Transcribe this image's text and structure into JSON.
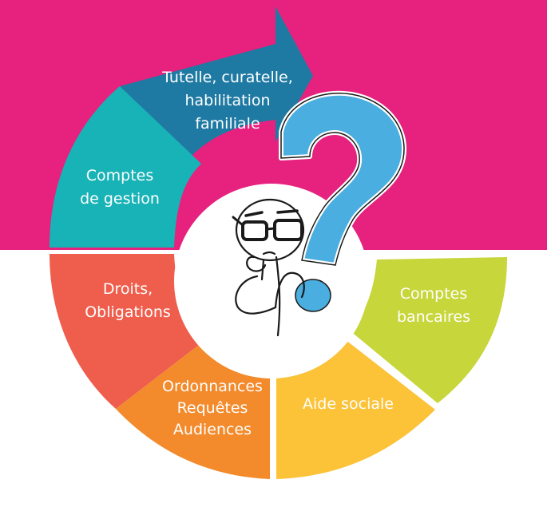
{
  "colors": {
    "top_background": "#e6217e",
    "bottom_background": "#ffffff",
    "center": "#ffffff",
    "question_mark": "#4aaee0",
    "outline": "#1a1a1a"
  },
  "segments": [
    {
      "id": "tutelle",
      "lines": [
        "Tutelle, curatelle,",
        "habilitation",
        "familiale"
      ],
      "color": "#1f7aa3"
    },
    {
      "id": "comptes-gestion",
      "lines": [
        "Comptes",
        "de gestion"
      ],
      "color": "#18b3b6"
    },
    {
      "id": "droits",
      "lines": [
        "Droits,",
        "Obligations"
      ],
      "color": "#ef5d4c"
    },
    {
      "id": "ordonnances",
      "lines": [
        "Ordonnances",
        "Requêtes",
        "Audiences"
      ],
      "color": "#f38a2b"
    },
    {
      "id": "aide-sociale",
      "lines": [
        "Aide sociale"
      ],
      "color": "#fcc238"
    },
    {
      "id": "comptes-bancaires",
      "lines": [
        "Comptes",
        "bancaires"
      ],
      "color": "#c7d63a"
    }
  ],
  "center_figure": {
    "icon": "thinking-person-icon",
    "question_icon": "question-mark-icon"
  }
}
